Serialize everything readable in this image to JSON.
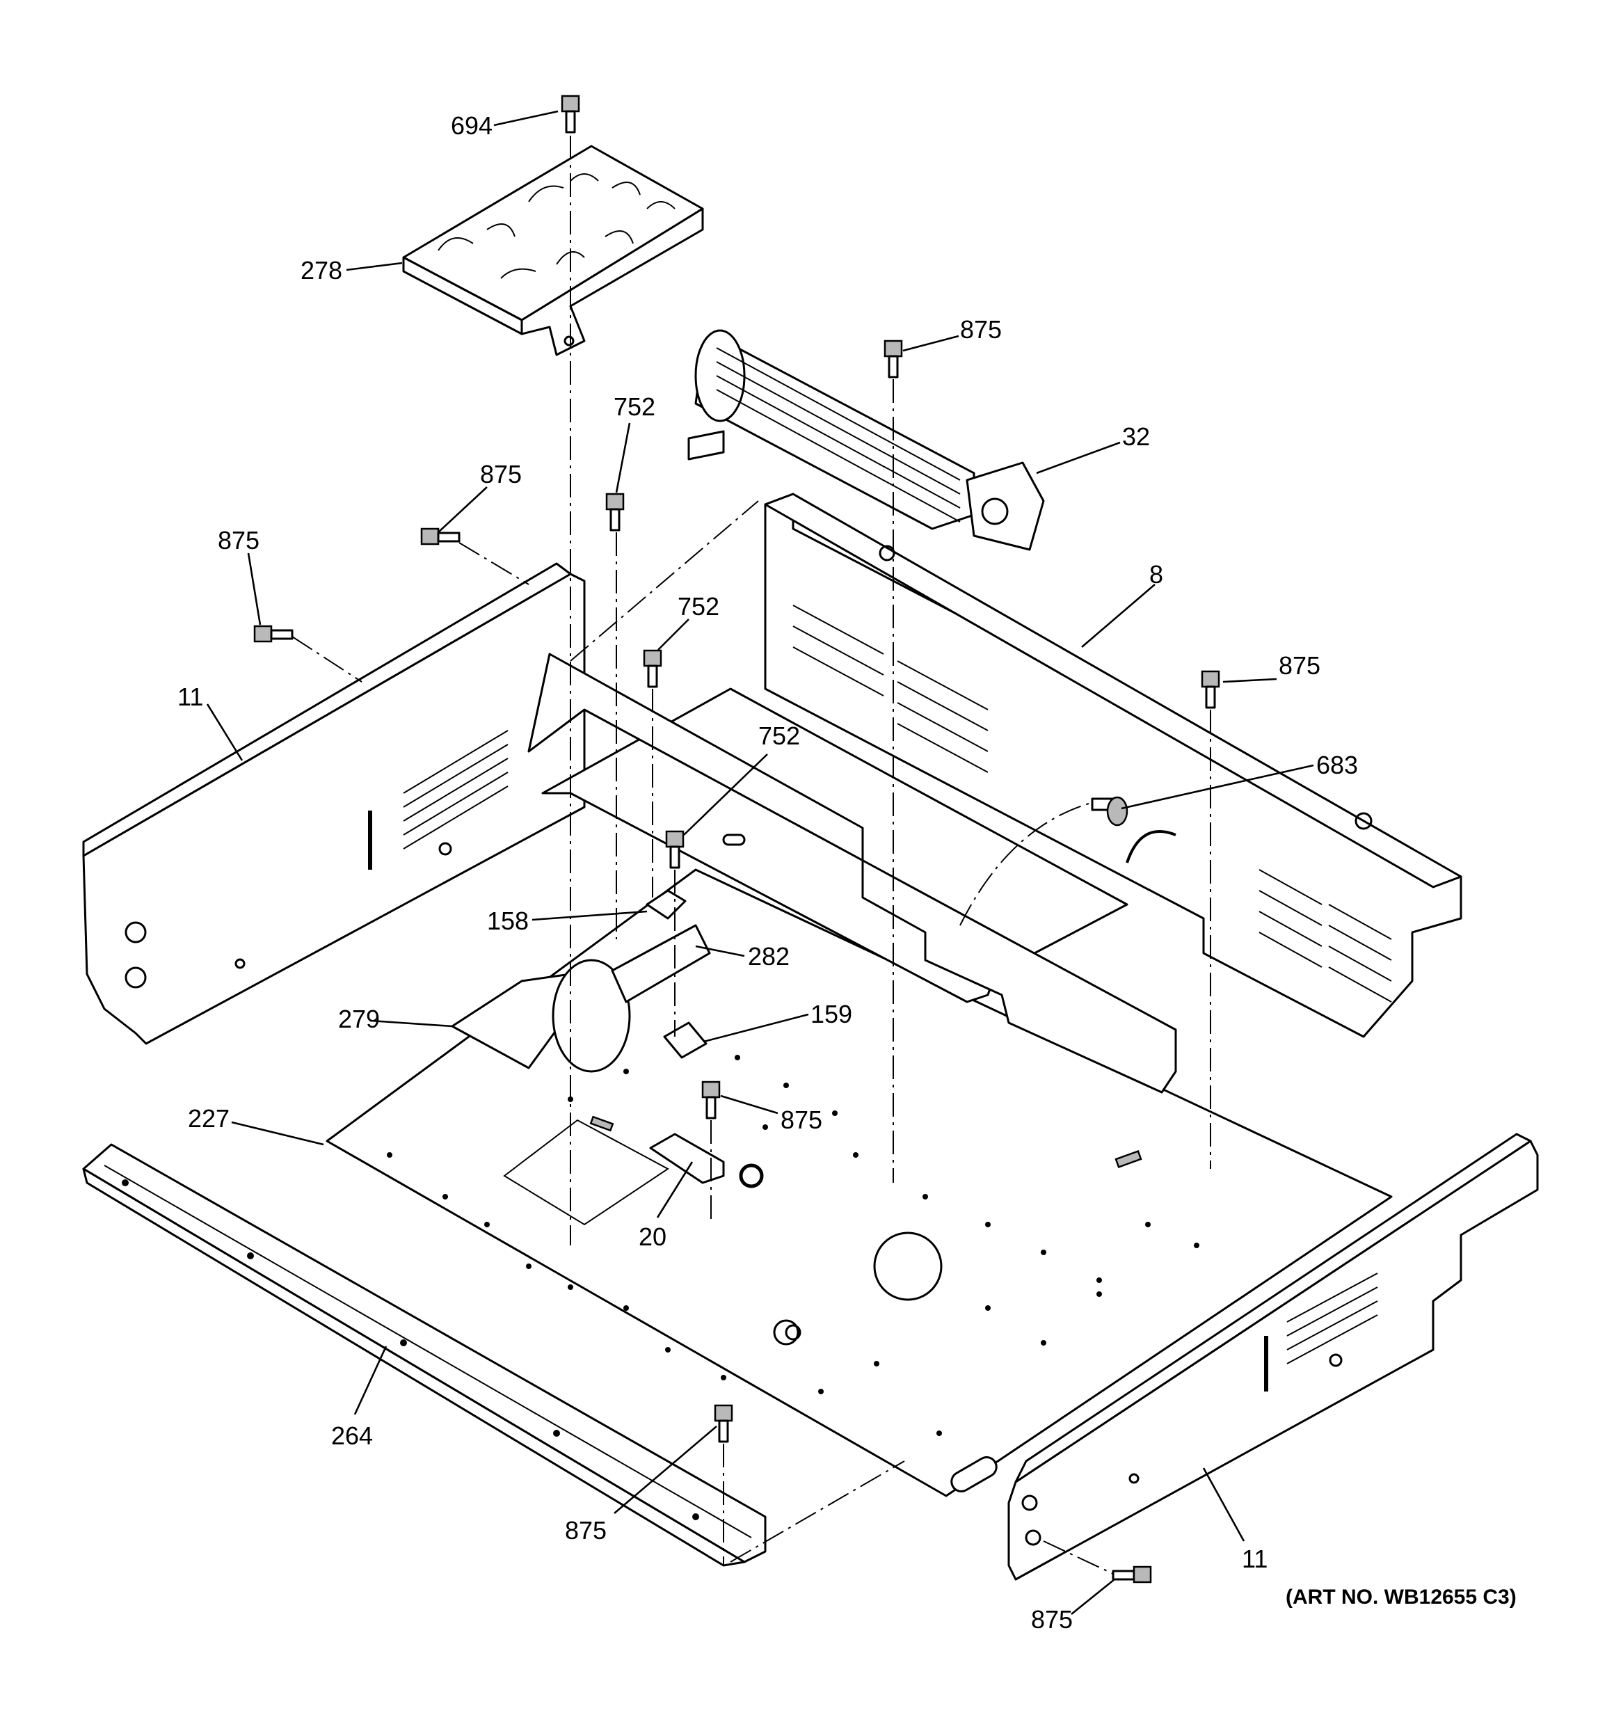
{
  "callouts": [
    {
      "id": "c694",
      "text": "694"
    },
    {
      "id": "c278",
      "text": "278"
    },
    {
      "id": "c875a",
      "text": "875"
    },
    {
      "id": "c32",
      "text": "32"
    },
    {
      "id": "c752a",
      "text": "752"
    },
    {
      "id": "c875b",
      "text": "875"
    },
    {
      "id": "c875c",
      "text": "875"
    },
    {
      "id": "c8",
      "text": "8"
    },
    {
      "id": "c752b",
      "text": "752"
    },
    {
      "id": "c875d",
      "text": "875"
    },
    {
      "id": "c11a",
      "text": "11"
    },
    {
      "id": "c752c",
      "text": "752"
    },
    {
      "id": "c683",
      "text": "683"
    },
    {
      "id": "c158",
      "text": "158"
    },
    {
      "id": "c282",
      "text": "282"
    },
    {
      "id": "c279",
      "text": "279"
    },
    {
      "id": "c159",
      "text": "159"
    },
    {
      "id": "c227",
      "text": "227"
    },
    {
      "id": "c875e",
      "text": "875"
    },
    {
      "id": "c20",
      "text": "20"
    },
    {
      "id": "c264",
      "text": "264"
    },
    {
      "id": "c875f",
      "text": "875"
    },
    {
      "id": "c11b",
      "text": "11"
    },
    {
      "id": "c875g",
      "text": "875"
    }
  ],
  "art_number": "(ART NO. WB12655 C3)"
}
